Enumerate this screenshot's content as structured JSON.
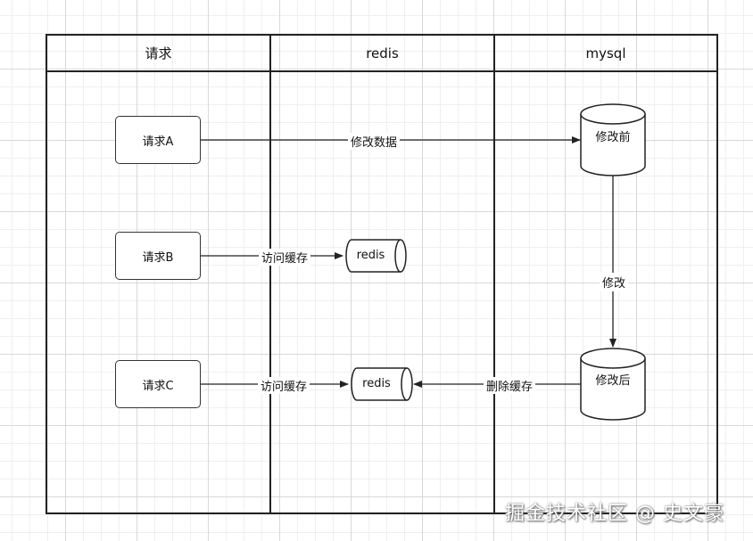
{
  "lanes": [
    {
      "title": "请求"
    },
    {
      "title": "redis"
    },
    {
      "title": "mysql"
    }
  ],
  "requests": [
    {
      "label": "请求A"
    },
    {
      "label": "请求B"
    },
    {
      "label": "请求C"
    }
  ],
  "caches": [
    {
      "label": "redis"
    },
    {
      "label": "redis"
    }
  ],
  "databases": [
    {
      "label": "修改前"
    },
    {
      "label": "修改后"
    }
  ],
  "edges": {
    "modify_data": "修改数据",
    "access_cache_b": "访问缓存",
    "access_cache_c": "访问缓存",
    "modify": "修改",
    "delete_cache": "删除缓存"
  },
  "watermark": "掘金技术社区 @ 史文豪"
}
